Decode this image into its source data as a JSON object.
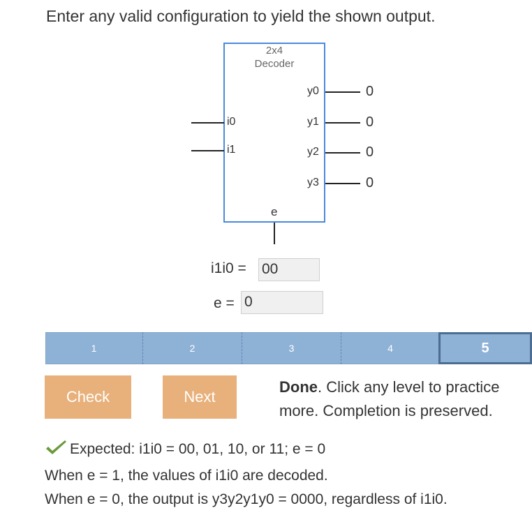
{
  "instruction": "Enter any valid configuration to yield the shown output.",
  "decoder": {
    "title_line1": "2x4",
    "title_line2": "Decoder",
    "inputs": [
      "i0",
      "i1"
    ],
    "outputs": [
      {
        "name": "y0",
        "value": "0"
      },
      {
        "name": "y1",
        "value": "0"
      },
      {
        "name": "y2",
        "value": "0"
      },
      {
        "name": "y3",
        "value": "0"
      }
    ],
    "enable": "e"
  },
  "fields": {
    "i1i0_label": "i1i0 =",
    "i1i0_value": "00",
    "e_label": "e =",
    "e_value": "0"
  },
  "levels": [
    "1",
    "2",
    "3",
    "4",
    "5"
  ],
  "active_level": "5",
  "buttons": {
    "check": "Check",
    "next": "Next"
  },
  "done": {
    "bold": "Done",
    "rest": ". Click any level to practice more. Completion is preserved."
  },
  "feedback": {
    "line1": "Expected: i1i0 = 00, 01, 10, or 11; e = 0",
    "line2": "When e = 1, the values of i1i0 are decoded.",
    "line3": "When e = 0, the output is y3y2y1y0 = 0000, regardless of i1i0."
  },
  "colors": {
    "accent": "#4a89dc",
    "level_bar": "#8eb1d6",
    "button": "#e8b07a",
    "check": "#6a9a3a"
  }
}
